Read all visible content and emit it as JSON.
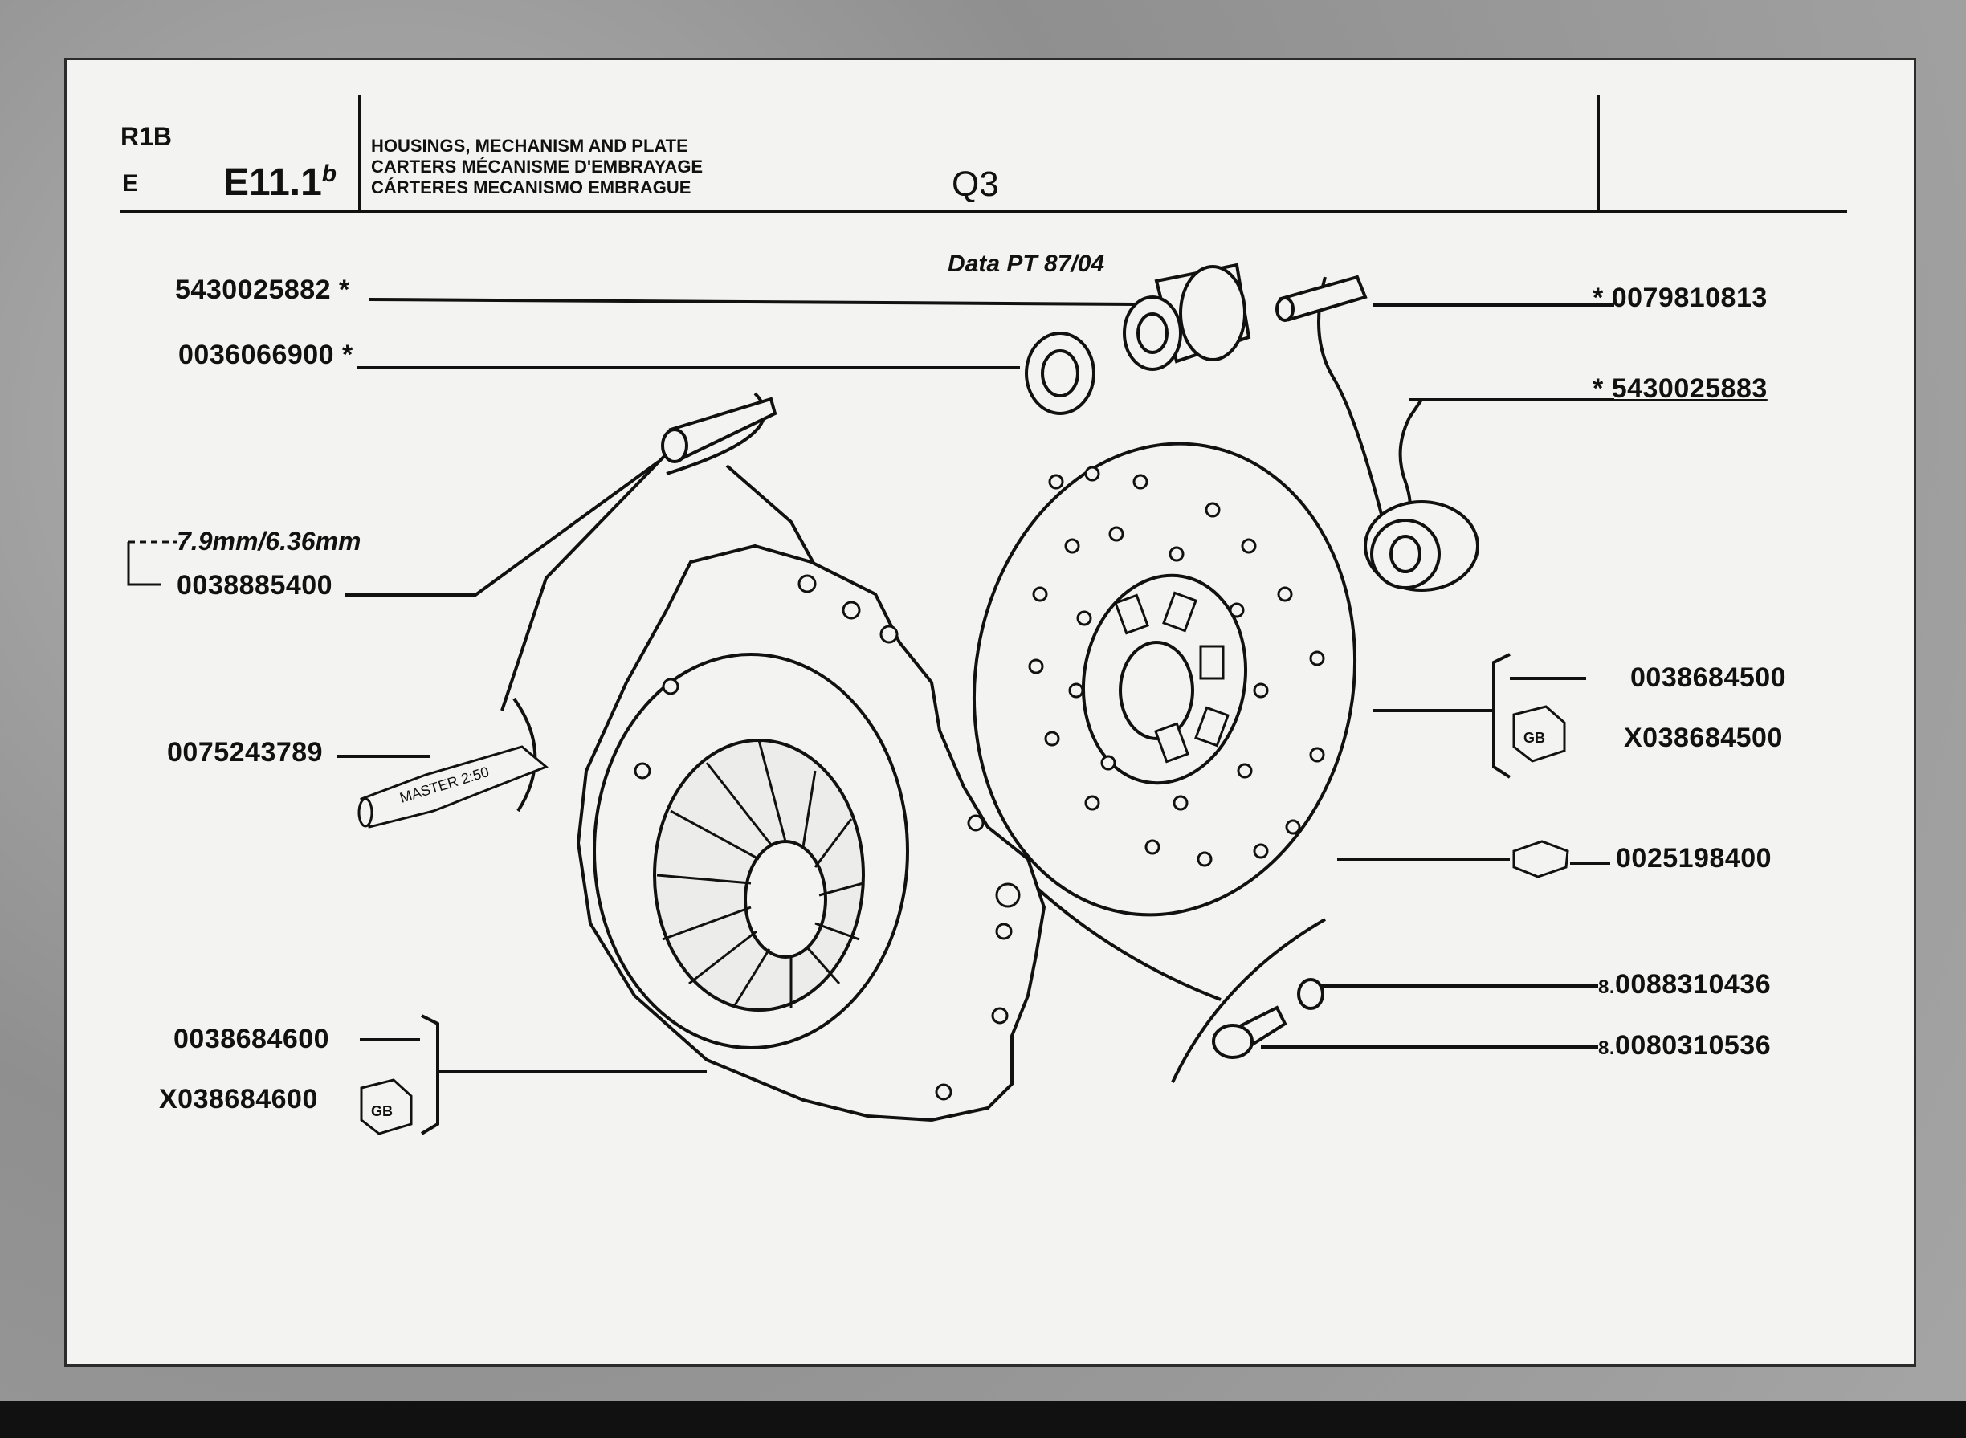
{
  "header": {
    "code_line1": "R1B",
    "code_line2": "E",
    "section": "E11.1",
    "section_suffix": "b",
    "title_en": "HOUSINGS, MECHANISM AND PLATE",
    "title_fr": "CARTERS MÉCANISME D'EMBRAYAGE",
    "title_es": "CÁRTERES MECANISMO EMBRAGUE",
    "model": "Q3"
  },
  "date_note": "Data PT 87/04",
  "parts": {
    "p1": "5430025882",
    "p1_mark": "*",
    "p2": "0036066900",
    "p2_mark": "*",
    "p3_dim": "7.9mm/6.36mm",
    "p3": "0038885400",
    "p4": "0075243789",
    "p5": "0038684600",
    "p6": "X038684600",
    "p7_mark": "*",
    "p7": "0079810813",
    "p8_mark": "*",
    "p8": "5430025883",
    "p9": "0038684500",
    "p10": "X038684500",
    "p11": "0025198400",
    "p12_qty": "8.",
    "p12": "0088310436",
    "p13_qty": "8.",
    "p13": "0080310536"
  },
  "badges": {
    "gb1": "GB",
    "gb2": "GB"
  },
  "tool_text": "MASTER 2:50"
}
